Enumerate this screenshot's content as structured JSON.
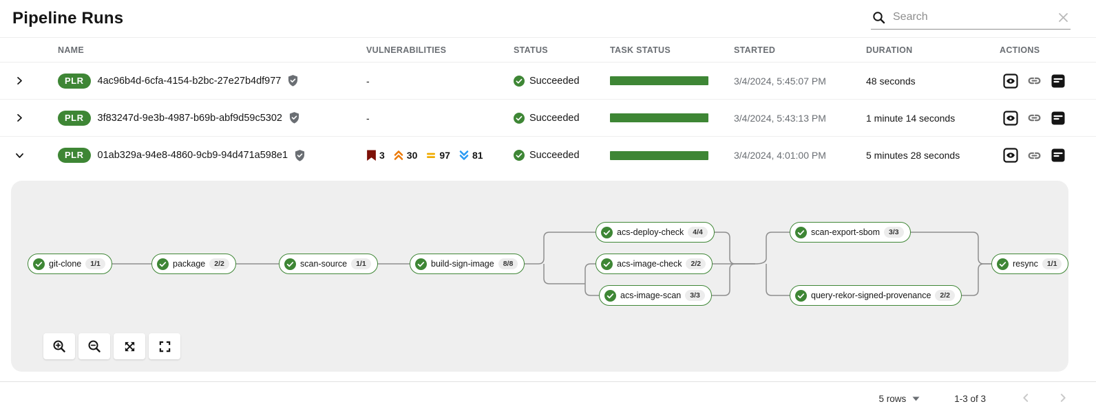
{
  "page": {
    "title": "Pipeline Runs"
  },
  "search": {
    "placeholder": "Search"
  },
  "table": {
    "columns": {
      "name": "NAME",
      "vulnerabilities": "VULNERABILITIES",
      "status": "STATUS",
      "task_status": "TASK STATUS",
      "started": "STARTED",
      "duration": "DURATION",
      "actions": "ACTIONS"
    },
    "rows": [
      {
        "badge": "PLR",
        "name": "4ac96b4d-6cfa-4154-b2bc-27e27b4df977",
        "vulnerabilities": "-",
        "status": "Succeeded",
        "started": "3/4/2024, 5:45:07 PM",
        "duration": "48 seconds"
      },
      {
        "badge": "PLR",
        "name": "3f83247d-9e3b-4987-b69b-abf9d59c5302",
        "vulnerabilities": "-",
        "status": "Succeeded",
        "started": "3/4/2024, 5:43:13 PM",
        "duration": "1 minute 14 seconds"
      },
      {
        "badge": "PLR",
        "name": "01ab329a-94e8-4860-9cb9-94d471a598e1",
        "vulnerabilities": {
          "critical": "3",
          "high": "30",
          "medium": "97",
          "low": "81"
        },
        "status": "Succeeded",
        "started": "3/4/2024, 4:01:00 PM",
        "duration": "5 minutes 28 seconds"
      }
    ]
  },
  "graph": {
    "nodes": [
      {
        "label": "git-clone",
        "count": "1/1",
        "status": "succeeded"
      },
      {
        "label": "package",
        "count": "2/2",
        "status": "succeeded"
      },
      {
        "label": "scan-source",
        "count": "1/1",
        "status": "succeeded"
      },
      {
        "label": "build-sign-image",
        "count": "8/8",
        "status": "succeeded"
      },
      {
        "label": "acs-deploy-check",
        "count": "4/4",
        "status": "succeeded"
      },
      {
        "label": "acs-image-check",
        "count": "2/2",
        "status": "succeeded"
      },
      {
        "label": "acs-image-scan",
        "count": "3/3",
        "status": "succeeded"
      },
      {
        "label": "scan-export-sbom",
        "count": "3/3",
        "status": "succeeded"
      },
      {
        "label": "query-rekor-signed-provenance",
        "count": "2/2",
        "status": "succeeded"
      },
      {
        "label": "resync",
        "count": "1/1",
        "status": "succeeded"
      }
    ]
  },
  "pagination": {
    "rows_per_page": "5 rows",
    "range": "1-3 of 3"
  },
  "colors": {
    "success_green": "#3E8635",
    "critical": "#7D1007",
    "high": "#EC7A08",
    "medium": "#F0AB00",
    "low": "#2B9AF3",
    "panel_bg": "#efefef"
  },
  "icons": {
    "search": "magnifier",
    "clear": "x",
    "expand_row": "chevron-right",
    "collapse_row": "chevron-down",
    "signed": "shield-check",
    "succeeded": "check-circle",
    "view_output": "eye-box",
    "pipeline_link": "chain-link",
    "view_logs": "document-lines",
    "zoom_in": "magnifier-plus",
    "zoom_out": "magnifier-minus",
    "fit_to_screen": "expand-arrows",
    "fullscreen": "corner-brackets",
    "rows_caret": "caret-down",
    "prev_page": "chevron-left",
    "next_page": "chevron-right"
  }
}
